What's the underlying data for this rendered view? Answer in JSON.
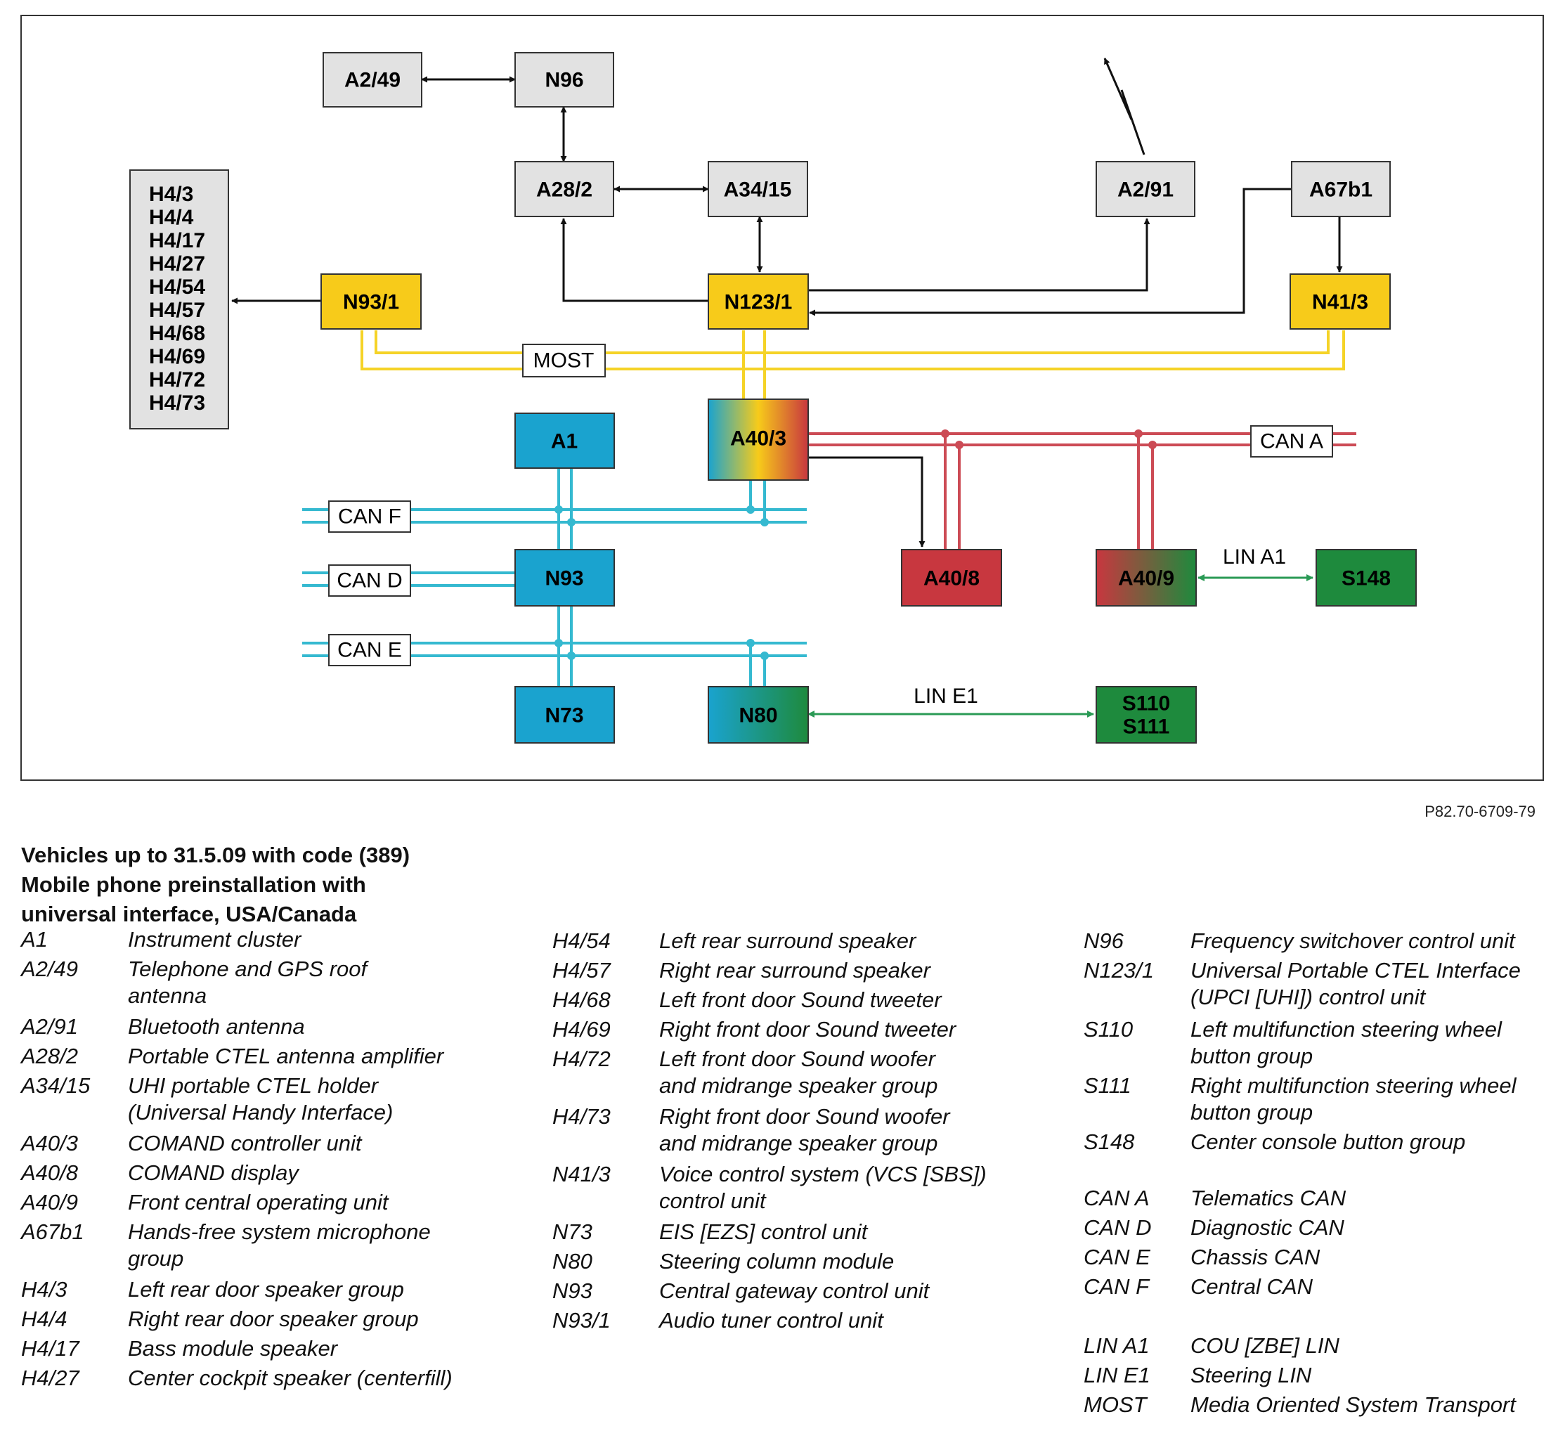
{
  "diagram": {
    "components": {
      "a2_49": "A2/49",
      "n96": "N96",
      "a28_2": "A28/2",
      "a34_15": "A34/15",
      "a2_91": "A2/91",
      "a67b1": "A67b1",
      "n93_1": "N93/1",
      "n123_1": "N123/1",
      "n41_3": "N41/3",
      "a1": "A1",
      "a40_3": "A40/3",
      "n93": "N93",
      "a40_8": "A40/8",
      "a40_9": "A40/9",
      "s148": "S148",
      "n73": "N73",
      "n80": "N80",
      "s110": "S110",
      "s111": "S111"
    },
    "speaker_list": [
      "H4/3",
      "H4/4",
      "H4/17",
      "H4/27",
      "H4/54",
      "H4/57",
      "H4/68",
      "H4/69",
      "H4/72",
      "H4/73"
    ],
    "bus_labels": {
      "most": "MOST",
      "can_a": "CAN A",
      "can_f": "CAN F",
      "can_d": "CAN D",
      "can_e": "CAN E",
      "lin_a1": "LIN A1",
      "lin_e1": "LIN E1"
    },
    "colors": {
      "gray_box": "#e2e2e2",
      "yellow_box": "#f7cb1a",
      "blue_box": "#1aa3cf",
      "red_box": "#c8373f",
      "green_box": "#1e8a3d",
      "most_bus": "#f5d327",
      "can_a_bus": "#cc4b55",
      "can_blue_bus": "#35b9d0",
      "lin_bus": "#2a9a55"
    }
  },
  "reference": "P82.70-6709-79",
  "legend": {
    "title_lines": [
      "Vehicles up to 31.5.09 with code (389)",
      "Mobile phone preinstallation with",
      "universal interface, USA/Canada"
    ],
    "col1": [
      {
        "code": "A1",
        "desc": [
          "Instrument cluster"
        ]
      },
      {
        "code": "A2/49",
        "desc": [
          "Telephone and GPS roof",
          "antenna"
        ]
      },
      {
        "code": "A2/91",
        "desc": [
          "Bluetooth antenna"
        ]
      },
      {
        "code": "A28/2",
        "desc": [
          "Portable CTEL antenna amplifier"
        ]
      },
      {
        "code": "A34/15",
        "desc": [
          "UHI portable CTEL holder",
          "(Universal Handy Interface)"
        ]
      },
      {
        "code": "A40/3",
        "desc": [
          "COMAND controller unit"
        ]
      },
      {
        "code": "A40/8",
        "desc": [
          "COMAND display"
        ]
      },
      {
        "code": "A40/9",
        "desc": [
          "Front central operating unit"
        ]
      },
      {
        "code": "A67b1",
        "desc": [
          "Hands-free system microphone",
          "group"
        ]
      },
      {
        "code": "H4/3",
        "desc": [
          "Left rear door speaker group"
        ]
      },
      {
        "code": "H4/4",
        "desc": [
          "Right rear door speaker group"
        ]
      },
      {
        "code": "H4/17",
        "desc": [
          "Bass module speaker"
        ]
      },
      {
        "code": "H4/27",
        "desc": [
          "Center cockpit speaker (centerfill)"
        ]
      }
    ],
    "col2": [
      {
        "code": "H4/54",
        "desc": [
          "Left rear surround speaker"
        ]
      },
      {
        "code": "H4/57",
        "desc": [
          "Right rear surround speaker"
        ]
      },
      {
        "code": "H4/68",
        "desc": [
          "Left front door Sound tweeter"
        ]
      },
      {
        "code": "H4/69",
        "desc": [
          "Right front door Sound tweeter"
        ]
      },
      {
        "code": "H4/72",
        "desc": [
          "Left front door Sound woofer",
          "and midrange speaker group"
        ]
      },
      {
        "code": "H4/73",
        "desc": [
          "Right front door Sound woofer",
          "and midrange speaker group"
        ]
      },
      {
        "code": "N41/3",
        "desc": [
          "Voice control system (VCS [SBS])",
          "control unit"
        ]
      },
      {
        "code": "N73",
        "desc": [
          "EIS [EZS] control unit"
        ]
      },
      {
        "code": "N80",
        "desc": [
          "Steering column module"
        ]
      },
      {
        "code": "N93",
        "desc": [
          "Central gateway control unit"
        ]
      },
      {
        "code": "N93/1",
        "desc": [
          "Audio tuner control unit"
        ]
      }
    ],
    "col3": [
      {
        "code": "N96",
        "desc": [
          "Frequency switchover control unit"
        ]
      },
      {
        "code": "N123/1",
        "desc": [
          "Universal Portable CTEL Interface",
          "(UPCI [UHI]) control unit"
        ]
      },
      {
        "code": "S110",
        "desc": [
          "Left multifunction steering wheel",
          "button group"
        ]
      },
      {
        "code": "S111",
        "desc": [
          "Right multifunction steering wheel",
          "button group"
        ]
      },
      {
        "code": "S148",
        "desc": [
          "Center console button group"
        ]
      },
      {
        "code": "CAN A",
        "desc": [
          "Telematics CAN"
        ]
      },
      {
        "code": "CAN D",
        "desc": [
          "Diagnostic CAN"
        ]
      },
      {
        "code": "CAN E",
        "desc": [
          "Chassis CAN"
        ]
      },
      {
        "code": "CAN F",
        "desc": [
          "Central CAN"
        ]
      },
      {
        "code": "LIN A1",
        "desc": [
          "COU [ZBE] LIN"
        ]
      },
      {
        "code": "LIN E1",
        "desc": [
          "Steering LIN"
        ]
      },
      {
        "code": "MOST",
        "desc": [
          "Media Oriented System Transport"
        ]
      }
    ]
  }
}
